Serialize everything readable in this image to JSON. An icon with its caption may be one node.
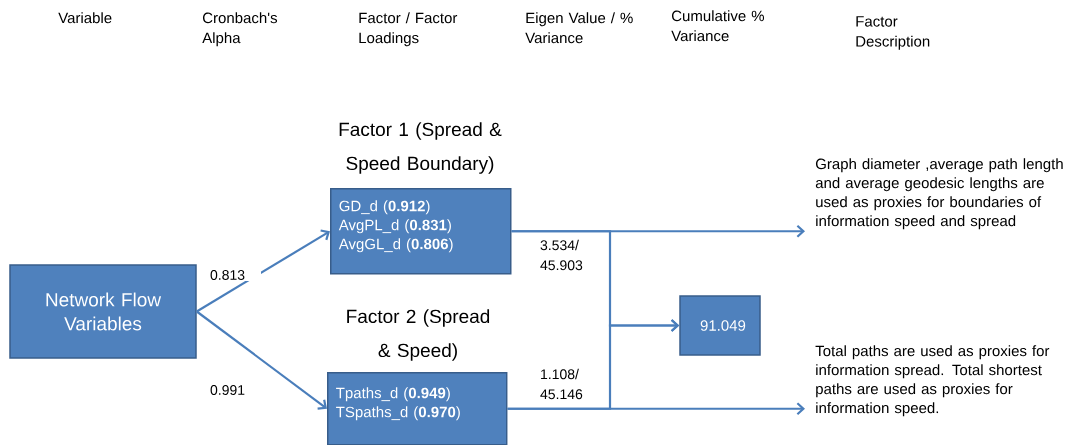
{
  "diagram": {
    "nodes": [
      {
        "text": [
          "Network Flow Variables"
        ]
      },
      {
        "text": [
          "Factor 1 (Spread & Speed Boundary)",
          "GD_d (**0.912**)",
          "AvgPL_d (**0.831**)",
          "AvgGL_d (**0.806**)"
        ]
      },
      {
        "text": [
          "Factor 2 (Spread & Speed)",
          "Tpaths_d (**0.949**)",
          "TSpaths_d (**0.970**)"
        ]
      },
      {
        "text": [
          "91.049"
        ]
      },
      {
        "text": [
          "Graph diameter ,average path length  and average geodesic lengths  are used as proxies for boundaries of information speed and spread"
        ]
      },
      {
        "text": [
          "Total paths are used as proxies for information spread. Total shortest paths  are used as proxies for information speed."
        ]
      }
    ],
    "edges": [
      {
        "from": 0,
        "to": 1,
        "arrow": "to",
        "label": "0.813"
      },
      {
        "from": 0,
        "to": 2,
        "arrow": "to",
        "label": "0.991"
      },
      {
        "from": 1,
        "to": 4,
        "arrow": "to",
        "label": "3.534/ 45.903"
      },
      {
        "from": 1,
        "to": 3,
        "arrow": "to"
      },
      {
        "from": 2,
        "to": 3,
        "arrow": "to"
      },
      {
        "from": 2,
        "to": 5,
        "arrow": "to",
        "label": "1.108/ 45.146"
      }
    ],
    "labels": [
      "Variable",
      "Cronbach's Alpha",
      "Factor / Factor Loadings",
      "Eigen Value / % Variance",
      "Cumulative % Variance",
      "Factor Description"
    ]
  }
}
